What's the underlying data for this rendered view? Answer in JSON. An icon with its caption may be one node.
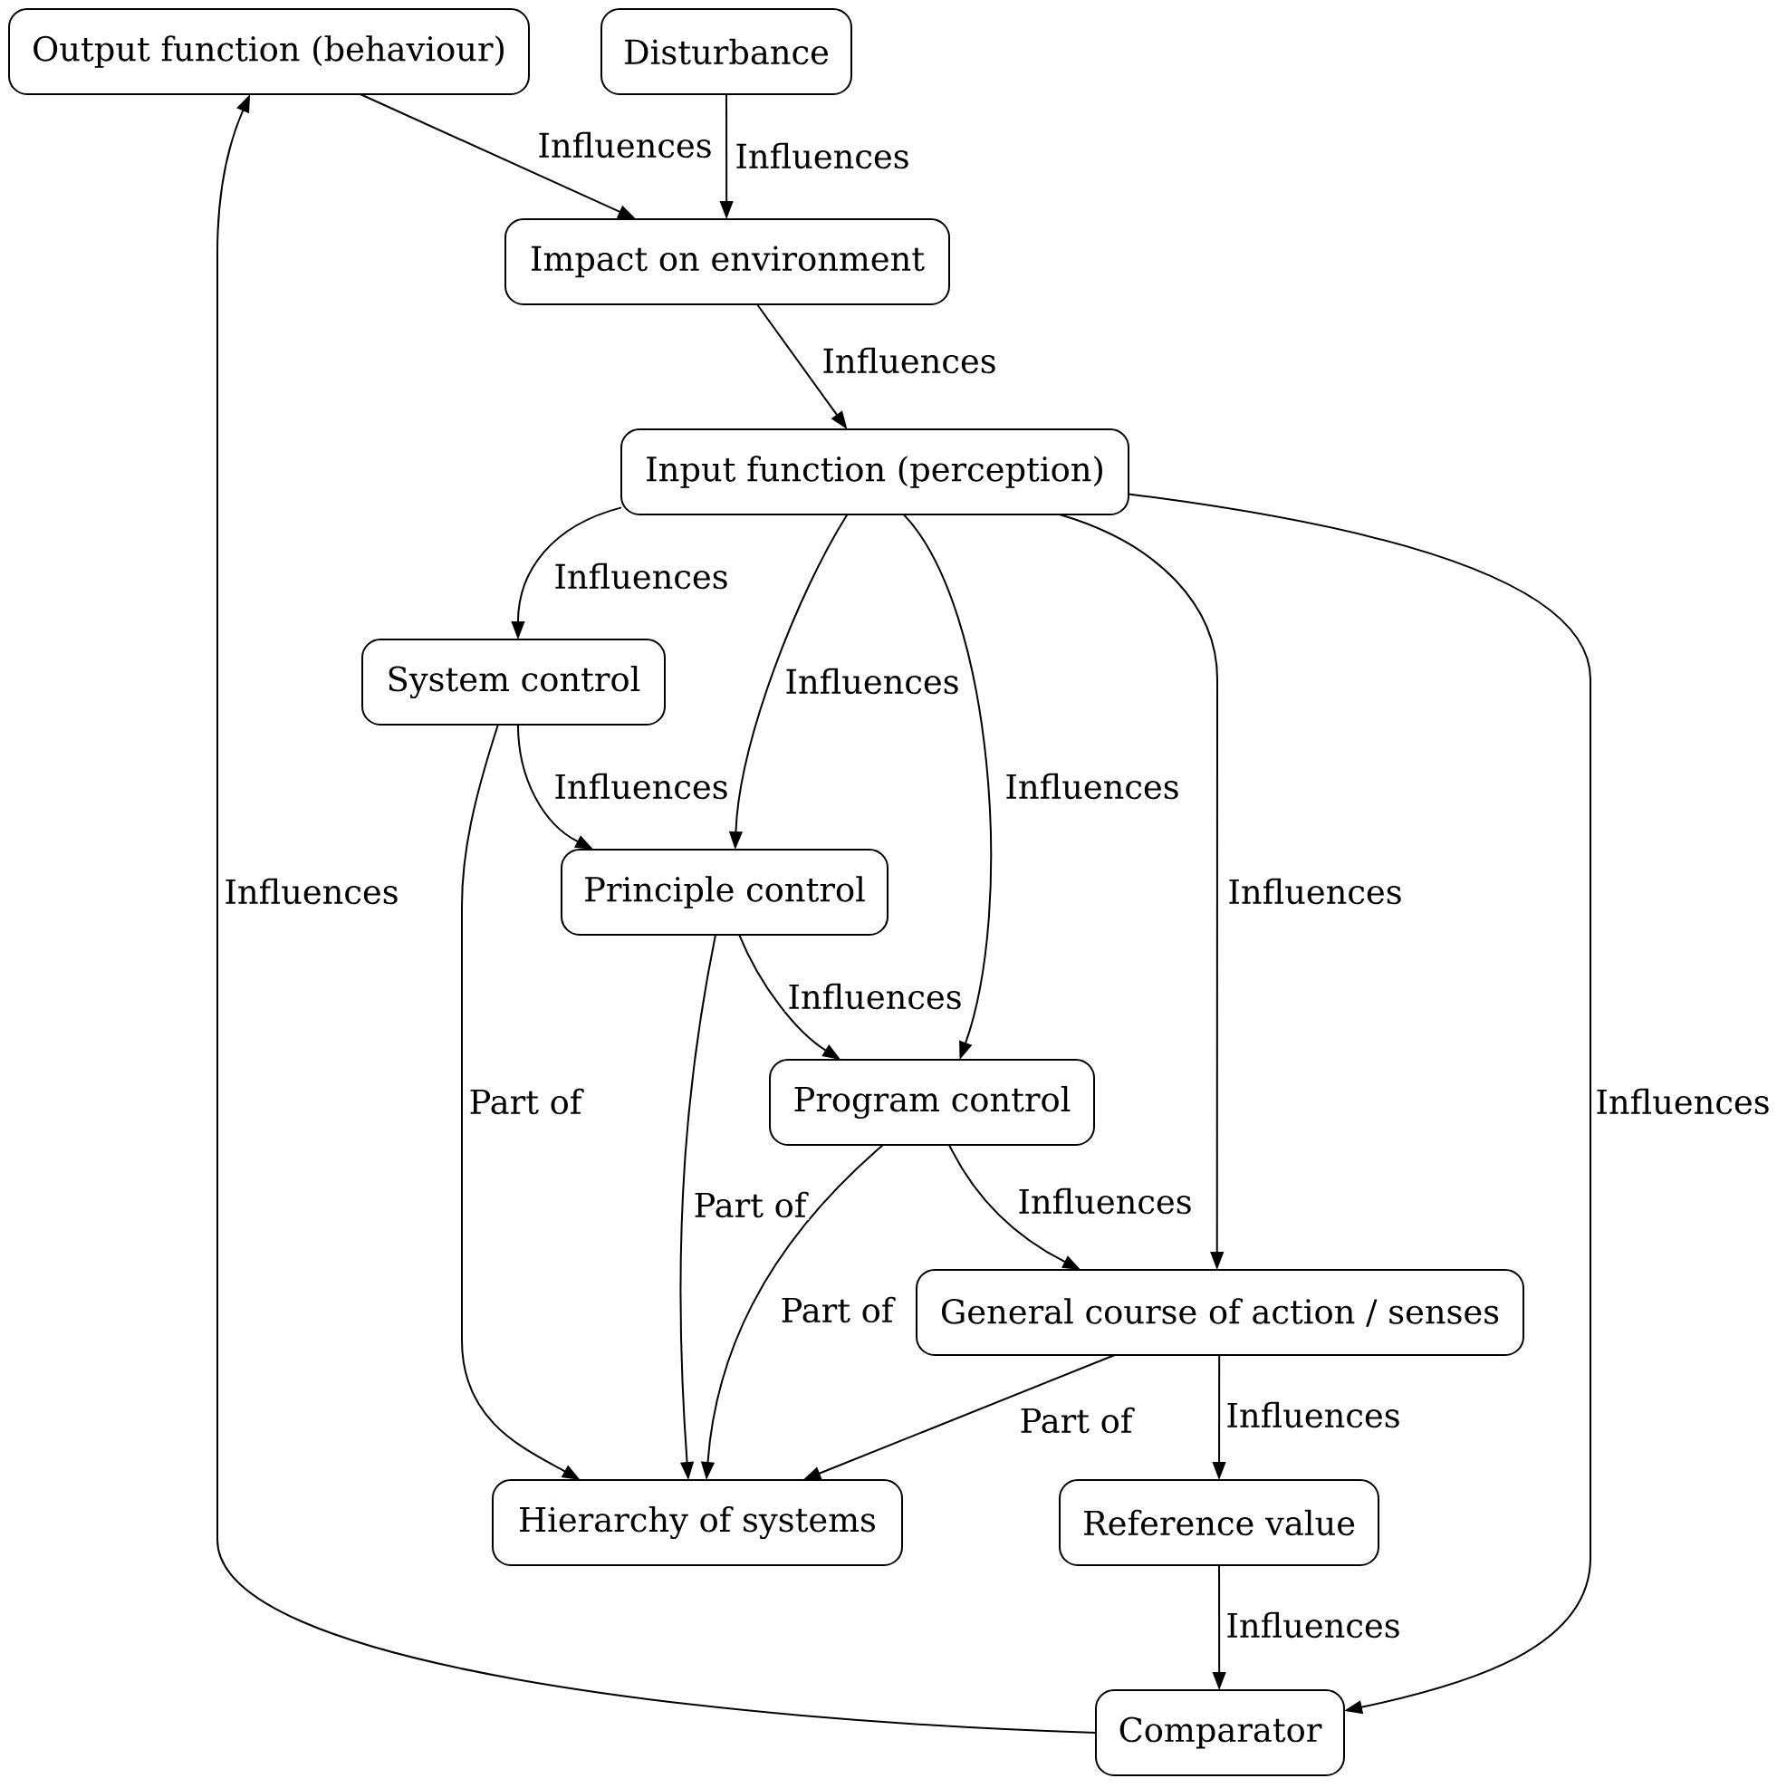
{
  "diagram": {
    "nodes": [
      {
        "text": [
          "Output function (behaviour)"
        ]
      },
      {
        "text": [
          "Disturbance"
        ]
      },
      {
        "text": [
          "Impact on environment"
        ]
      },
      {
        "text": [
          "Input function (perception)"
        ]
      },
      {
        "text": [
          "System control"
        ]
      },
      {
        "text": [
          "Principle control"
        ]
      },
      {
        "text": [
          "Program control"
        ]
      },
      {
        "text": [
          "General course of action / senses"
        ]
      },
      {
        "text": [
          "Hierarchy of systems"
        ]
      },
      {
        "text": [
          "Reference value"
        ]
      },
      {
        "text": [
          "Comparator"
        ]
      }
    ],
    "edges": [
      {
        "from": 0,
        "to": 2,
        "arrow": "to",
        "label": "Influences"
      },
      {
        "from": 1,
        "to": 2,
        "arrow": "to",
        "label": "Influences"
      },
      {
        "from": 2,
        "to": 3,
        "arrow": "to",
        "label": "Influences"
      },
      {
        "from": 3,
        "to": 4,
        "arrow": "to",
        "label": "Influences"
      },
      {
        "from": 3,
        "to": 5,
        "arrow": "to",
        "label": "Influences"
      },
      {
        "from": 3,
        "to": 6,
        "arrow": "to",
        "label": "Influences"
      },
      {
        "from": 3,
        "to": 7,
        "arrow": "to",
        "label": "Influences"
      },
      {
        "from": 3,
        "to": 10,
        "arrow": "to",
        "label": "Influences"
      },
      {
        "from": 4,
        "to": 5,
        "arrow": "to",
        "label": "Influences"
      },
      {
        "from": 4,
        "to": 8,
        "arrow": "to",
        "label": "Part of"
      },
      {
        "from": 5,
        "to": 6,
        "arrow": "to",
        "label": "Influences"
      },
      {
        "from": 5,
        "to": 8,
        "arrow": "to",
        "label": "Part of"
      },
      {
        "from": 6,
        "to": 7,
        "arrow": "to",
        "label": "Influences"
      },
      {
        "from": 6,
        "to": 8,
        "arrow": "to",
        "label": "Part of"
      },
      {
        "from": 7,
        "to": 8,
        "arrow": "to",
        "label": "Part of"
      },
      {
        "from": 7,
        "to": 9,
        "arrow": "to",
        "label": "Influences"
      },
      {
        "from": 9,
        "to": 10,
        "arrow": "to",
        "label": "Influences"
      },
      {
        "from": 10,
        "to": 0,
        "arrow": "to",
        "label": "Influences"
      }
    ]
  }
}
